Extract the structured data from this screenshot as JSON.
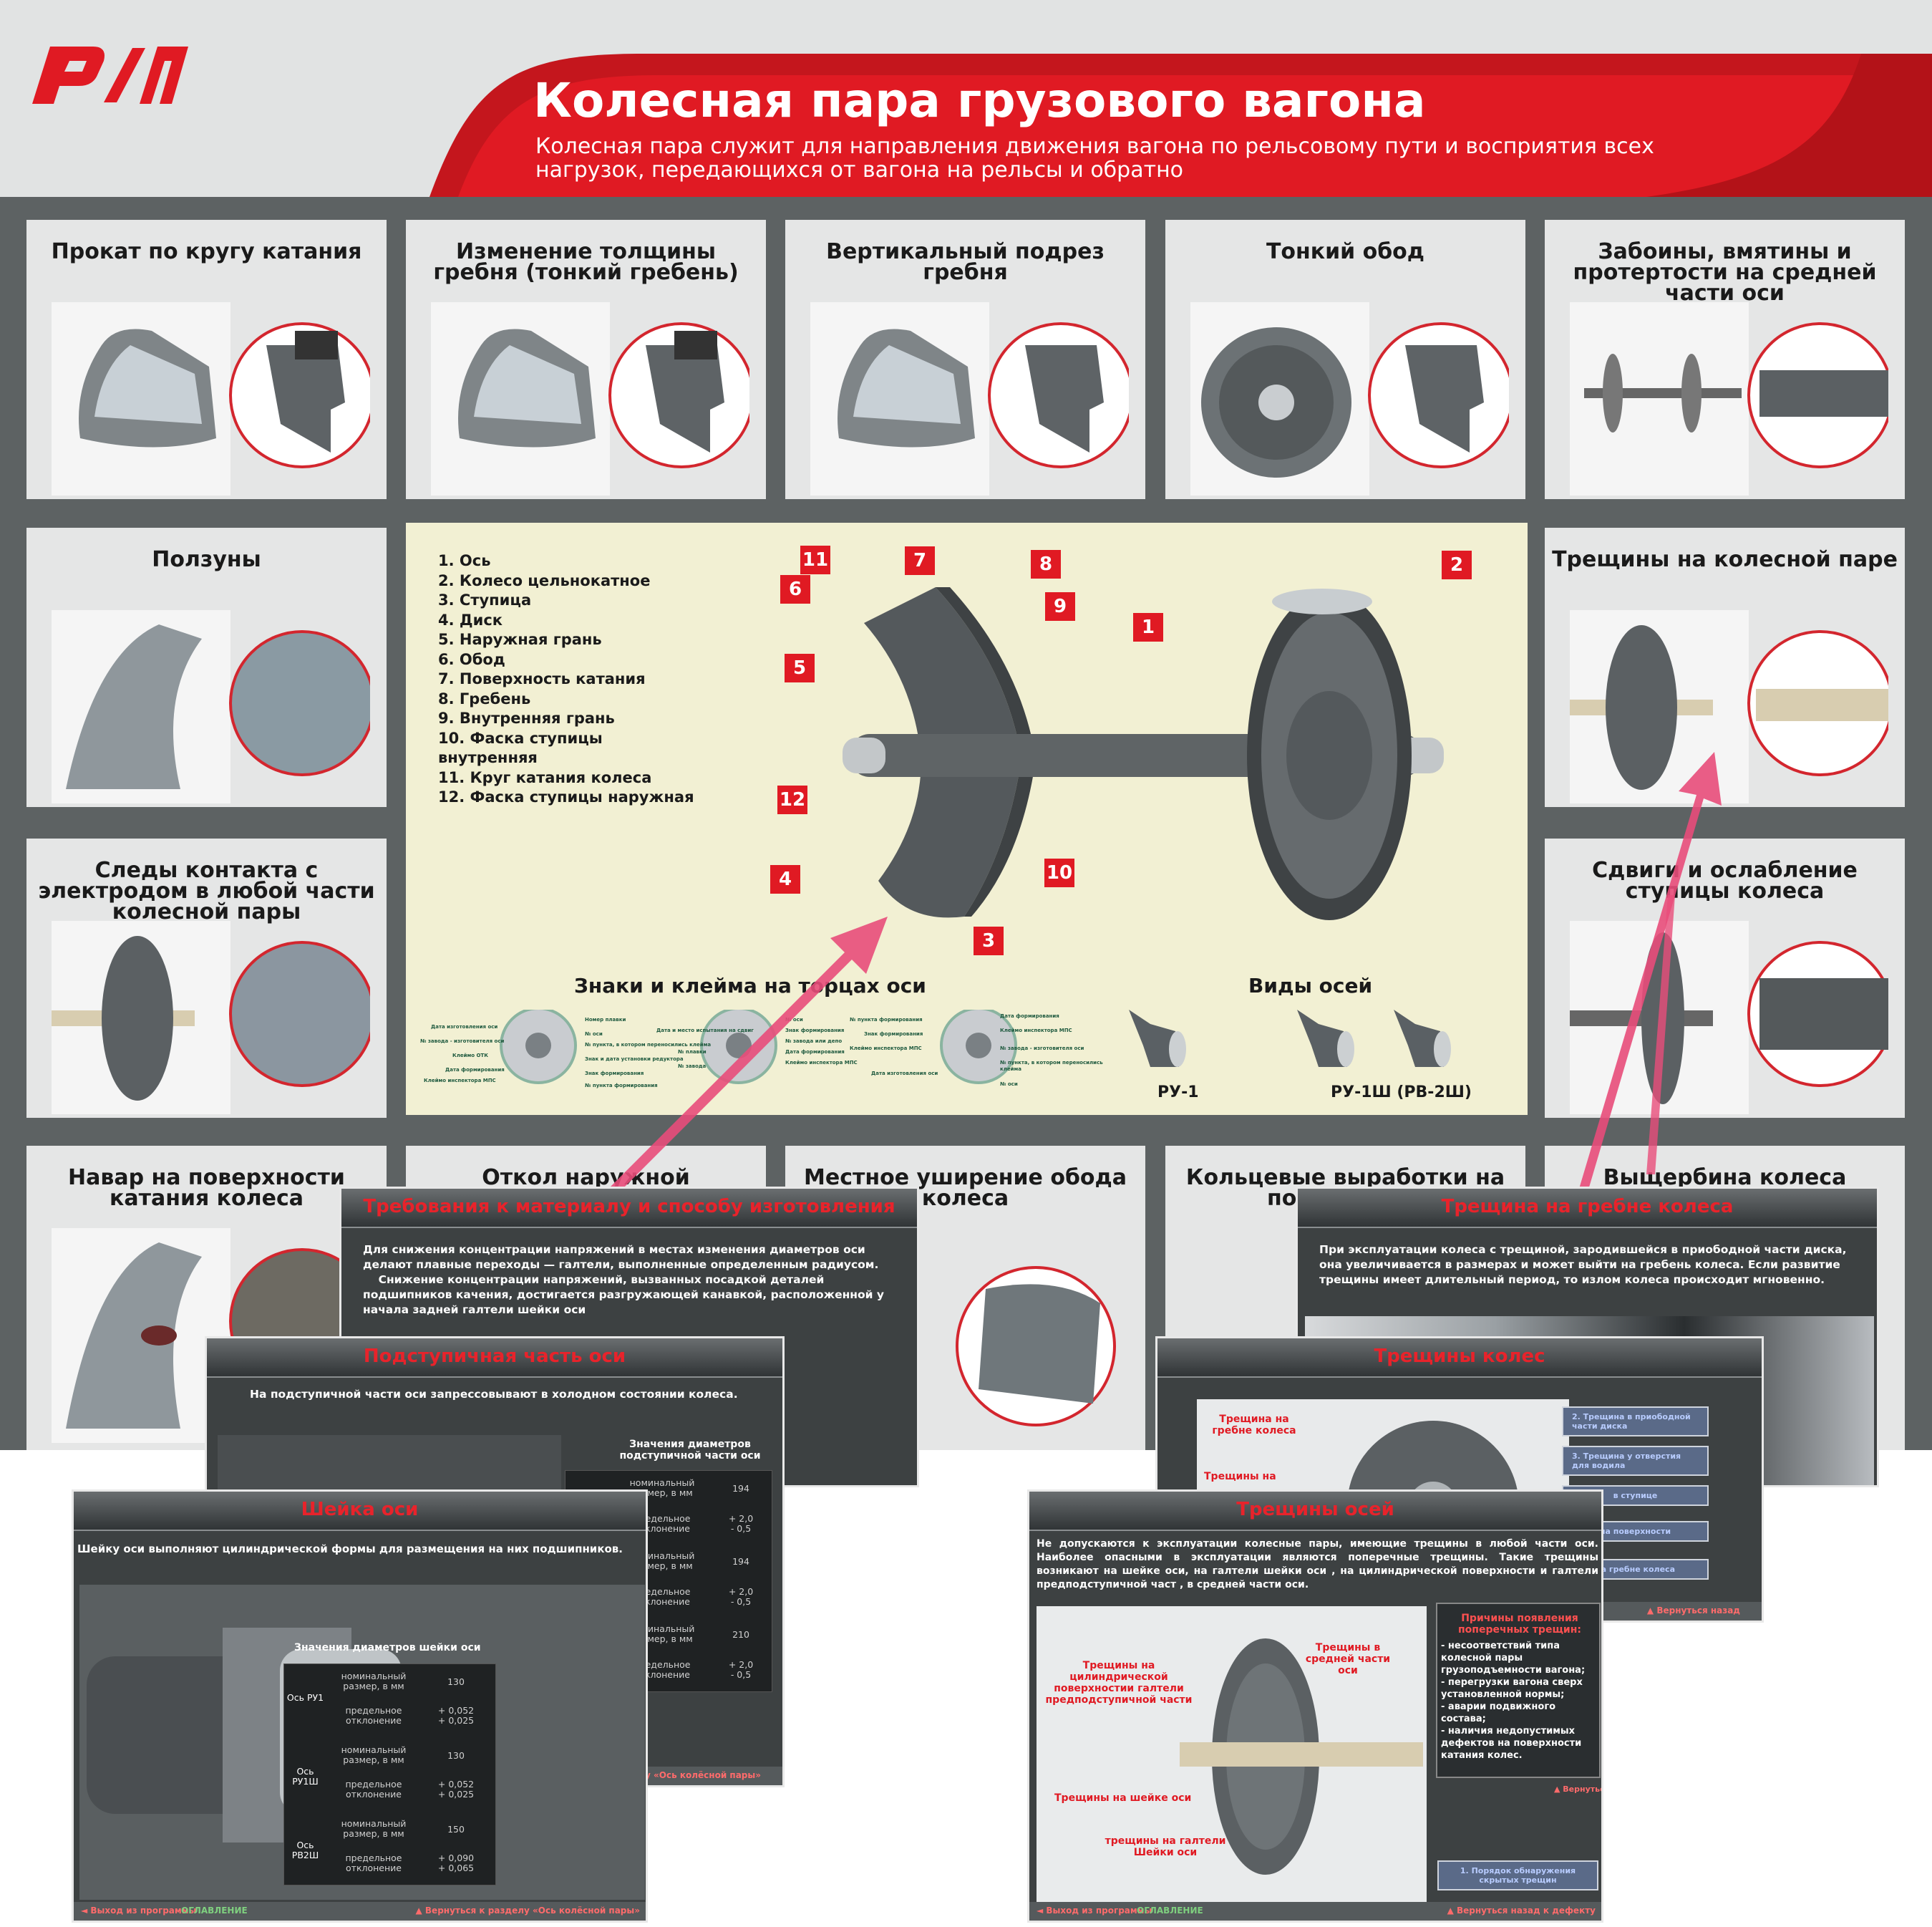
{
  "poster": {
    "logo_text": "РЖД",
    "title": "Колесная пара грузового вагона",
    "subtitle": "Колесная пара служит для направления движения вагона по рельсовому пути и восприятия всех нагрузок, передающихся от вагона на рельсы и обратно",
    "colors": {
      "accent": "#e01a23",
      "background": "#5d6263",
      "panel": "#e5e6e6",
      "center": "#f2f0d3"
    },
    "panels": [
      {
        "title": "Прокат по кругу катания"
      },
      {
        "title": "Изменение толщины гребня (тонкий гребень)"
      },
      {
        "title": "Вертикальный подрез гребня"
      },
      {
        "title": "Тонкий обод"
      },
      {
        "title": "Забоины, вмятины и протертости на средней части оси"
      },
      {
        "title": "Ползуны"
      },
      {
        "title": "Трещины на колесной паре"
      },
      {
        "title": "Следы контакта с электродом в любой части колесной пары"
      },
      {
        "title": "Сдвиги и ослабление ступицы колеса"
      },
      {
        "title": "Навар на поверхности катания колеса"
      },
      {
        "title": "Откол наружной"
      },
      {
        "title": "Местное уширение обода колеса"
      },
      {
        "title": "Кольцевые выработки на поверхности"
      },
      {
        "title": "Выщербина колеса"
      }
    ],
    "legend": [
      "1.  Ось",
      "2.  Колесо цельнокатное",
      "3.  Ступица",
      "4.  Диск",
      "5.  Наружная грань",
      "6.  Обод",
      "7.  Поверхность катания",
      "8.  Гребень",
      "9.  Внутренняя грань",
      "10. Фаска ступицы",
      "      внутренняя",
      "11. Круг катания колеса",
      "12. Фаска ступицы наружная"
    ],
    "callouts": [
      "1",
      "2",
      "3",
      "4",
      "5",
      "6",
      "7",
      "8",
      "9",
      "10",
      "11",
      "12"
    ],
    "marks_title": "Знаки и клейма на торцах оси",
    "axle_types_title": "Виды осей",
    "axle_type_labels": [
      "РУ-1",
      "РУ-1Ш (РВ-2Ш)"
    ],
    "stamp_labels": [
      "Дата изготовления оси",
      "№ завода - изготовителя оси",
      "Клеймо ОТК",
      "Дата формирования",
      "Клеймо инспектора МПС",
      "Номер плавки",
      "№ оси",
      "№ пункта, в котором переносились клейма",
      "Знак и дата установки редуктора",
      "Знак формирования",
      "№ пункта формирования",
      "Дата и место испытания на сдвиг",
      "№ плавки",
      "№ завода",
      "№ оси",
      "Знак формирования",
      "№ завода или депо",
      "Дата формирования",
      "Клеймо инспектора МПС",
      "№ пункта формирования",
      "Знак формирования",
      "Клеймо инспектора МПС",
      "Дата изготовления оси",
      "Дата формирования",
      "Клеймо инспектора МПС",
      "№ завода - изготовителя оси",
      "№ пункта, в котором переносились клейма",
      "№ оси"
    ]
  },
  "slides": {
    "material": {
      "title": "Требования к материалу и способу изготовления",
      "text": "Для снижения концентрации напряжений в местах изменения диаметров оси делают плавные переходы — галтели, выполненные определенным радиусом.\n    Снижение концентрации напряжений, вызванных посадкой деталей подшипников качения, достигается разгружающей канавкой, расположенной у начала задней галтели шейки оси"
    },
    "podstup": {
      "title": "Подступичная часть оси",
      "text": "На подступичной части оси запрессовывают в холодном состоянии колеса.",
      "table_title": "Значения диаметров подступичной части оси",
      "rows": [
        {
          "label": "номинальный размер, в мм",
          "value": "194"
        },
        {
          "label": "предельное отклонение",
          "value": "+ 2,0\n- 0,5"
        },
        {
          "label": "номинальный размер, в мм",
          "value": "194"
        },
        {
          "label": "предельное отклонение",
          "value": "+ 2,0\n- 0,5"
        },
        {
          "label": "номинальный размер, в мм",
          "value": "210"
        },
        {
          "label": "предельное отклонение",
          "value": "+ 2,0\n- 0,5"
        }
      ],
      "back_link": "▲ Вернуться к разделу «Ось колёсной пары»"
    },
    "sheika": {
      "title": "Шейка оси",
      "text": "Шейку оси выполняют цилиндрической формы для размещения на них подшипников.",
      "table_title": "Значения диаметров шейки оси",
      "groups": [
        {
          "axle": "Ось РУ1",
          "nominal_label": "номинальный размер, в мм",
          "nominal": "130",
          "tol_label": "предельное отклонение",
          "tol": "+ 0,052\n+ 0,025"
        },
        {
          "axle": "Ось РУ1Ш",
          "nominal_label": "номинальный размер, в мм",
          "nominal": "130",
          "tol_label": "предельное отклонение",
          "tol": "+ 0,052\n+ 0,025"
        },
        {
          "axle": "Ось РВ2Ш",
          "nominal_label": "номинальный размер, в мм",
          "nominal": "150",
          "tol_label": "предельное отклонение",
          "tol": "+ 0,090\n+ 0,065"
        }
      ],
      "exit": "◄ Выход из программы",
      "toc": "ОГЛАВЛЕНИЕ",
      "back_link": "▲ Вернуться к разделу «Ось колёсной пары»"
    },
    "greben": {
      "title": "Трещина на гребне колеса",
      "text": "При эксплуатации колеса с трещиной, зародившейся  в приободной части диска, она увеличивается в размерах и может выйти на гребень колеса. Если развитие трещины имеет длительный период, то излом колеса происходит мгновенно."
    },
    "koles": {
      "title": "Трещины колес",
      "labels": [
        "Трещина на гребне колеса",
        "Трещины на"
      ],
      "links": [
        "2. Трещина в приободной части диска",
        "3. Трещина у отверстия для водила",
        "в ступице",
        "на поверхности",
        "на гребне колеса"
      ],
      "back_link": "▲ Вернуться назад"
    },
    "osei": {
      "title": "Трещины осей",
      "text": "Не допускаются к эксплуатации колесные пары, имеющие трещины в любой части оси. Наиболее опасными в эксплуатации являются поперечные трещины. Такие трещины возникают на шейке оси, на галтели шейки оси , на цилиндрической поверхности и галтели предподступичной част , в средней части оси.",
      "labels": [
        "Трещины на цилиндрической поверхностии галтели предподступичной части",
        "Трещины в средней части оси",
        "Трещины на шейке оси",
        "трещины на галтели Шейки оси"
      ],
      "causes_title": "Причины появления поперечных трещин:",
      "causes": "- несоответствий типа колесной пары грузоподъемности вагона;\n- перегрузки вагона сверх установленной нормы;\n- аварии подвижного состава;\n- наличия недопустимых дефектов на поверхности катания колес.",
      "link": "1. Порядок обнаружения скрытых трещин",
      "back_link": "▲ Вернуться назад к дефекту",
      "exit": "◄ Выход из программы",
      "toc": "ОГЛАВЛЕНИЕ",
      "footer_back": "▲ Вернуться назад к дефекту"
    }
  }
}
